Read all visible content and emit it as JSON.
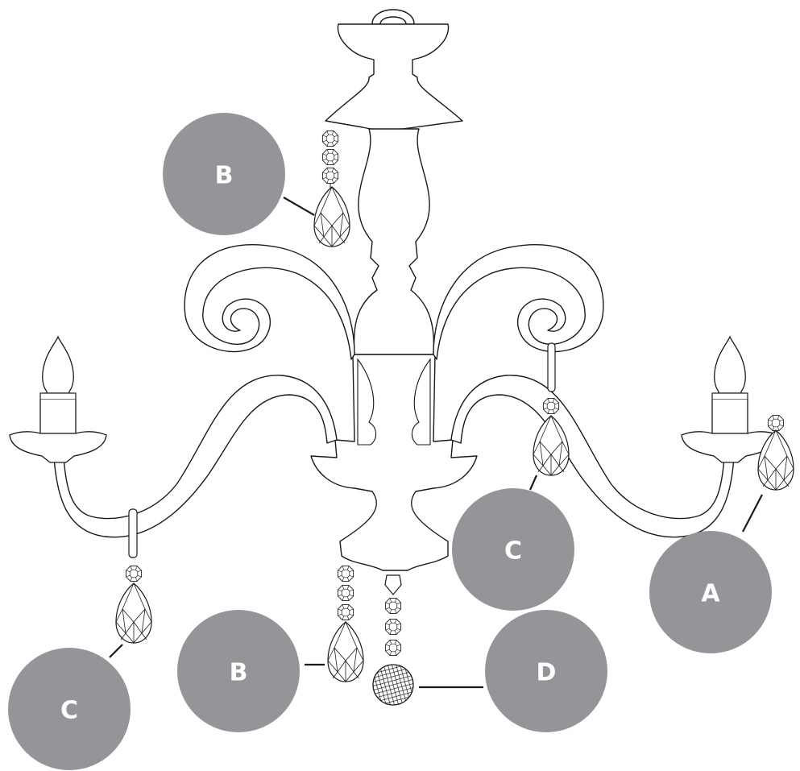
{
  "callouts": [
    {
      "id": "b-top",
      "label": "B"
    },
    {
      "id": "c-right",
      "label": "C"
    },
    {
      "id": "a-right",
      "label": "A"
    },
    {
      "id": "b-bottom",
      "label": "B"
    },
    {
      "id": "d-bottom",
      "label": "D"
    },
    {
      "id": "c-left",
      "label": "C"
    }
  ],
  "colors": {
    "callout_fill": "#939598",
    "line": "#1a1a1a",
    "label_text": "#ffffff"
  }
}
